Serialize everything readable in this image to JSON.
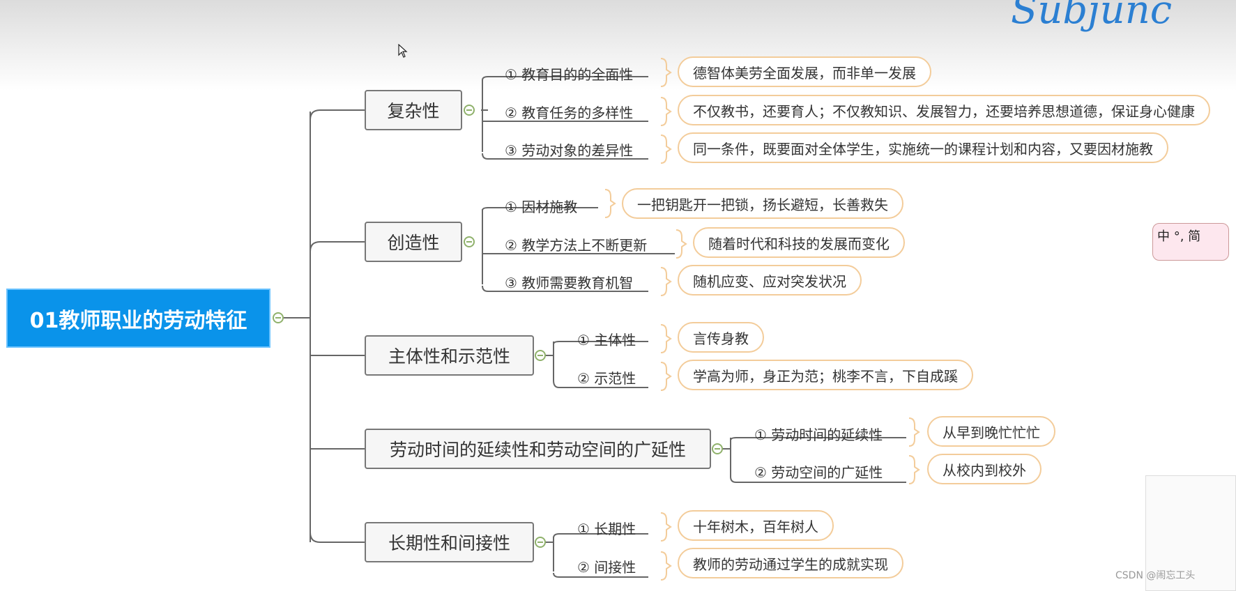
{
  "root": {
    "title": "01教师职业的劳动特征"
  },
  "categories": [
    {
      "title": "复杂性",
      "items": [
        {
          "label": "① 教育目的的全面性",
          "detail": "德智体美劳全面发展，而非单一发展"
        },
        {
          "label": "② 教育任务的多样性",
          "detail": "不仅教书，还要育人；不仅教知识、发展智力，还要培养思想道德，保证身心健康"
        },
        {
          "label": "③ 劳动对象的差异性",
          "detail": "同一条件，既要面对全体学生，实施统一的课程计划和内容，又要因材施教"
        }
      ]
    },
    {
      "title": "创造性",
      "items": [
        {
          "label": "① 因材施教",
          "detail": "一把钥匙开一把锁，扬长避短，长善救失"
        },
        {
          "label": "② 教学方法上不断更新",
          "detail": "随着时代和科技的发展而变化"
        },
        {
          "label": "③ 教师需要教育机智",
          "detail": "随机应变、应对突发状况"
        }
      ]
    },
    {
      "title": "主体性和示范性",
      "items": [
        {
          "label": "① 主体性",
          "detail": "言传身教"
        },
        {
          "label": "② 示范性",
          "detail": "学高为师，身正为范；桃李不言，下自成蹊"
        }
      ]
    },
    {
      "title": "劳动时间的延续性和劳动空间的广延性",
      "items": [
        {
          "label": "① 劳动时间的延续性",
          "detail": "从早到晚忙忙忙"
        },
        {
          "label": "② 劳动空间的广延性",
          "detail": "从校内到校外"
        }
      ]
    },
    {
      "title": "长期性和间接性",
      "items": [
        {
          "label": "① 长期性",
          "detail": "十年树木，百年树人"
        },
        {
          "label": "② 间接性",
          "detail": "教师的劳动通过学生的成就实现"
        }
      ]
    }
  ],
  "overlay": {
    "brand_text": "Subjunc",
    "ime_text": "中 °, 简",
    "watermark": "CSDN @闹忘工头"
  },
  "colors": {
    "root_fill": "#0a93ea",
    "connector": "#666666",
    "leaf_border": "#f3cc9a",
    "toggle": "#8fb16b"
  }
}
